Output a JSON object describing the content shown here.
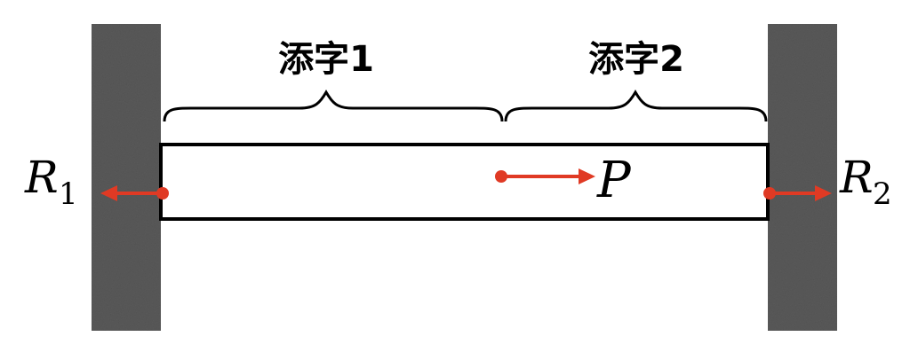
{
  "labels": {
    "segment_1": "添字1",
    "segment_2": "添字2",
    "reaction_left": {
      "symbol": "R",
      "subscript": "1"
    },
    "reaction_right": {
      "symbol": "R",
      "subscript": "2"
    },
    "load": "P"
  },
  "colors": {
    "wall": "#5a5a5a",
    "arrow": "#e03a24",
    "outline": "#000000"
  },
  "icons": {
    "left_wall": "hatched-wall-support",
    "right_wall": "hatched-wall-support"
  }
}
